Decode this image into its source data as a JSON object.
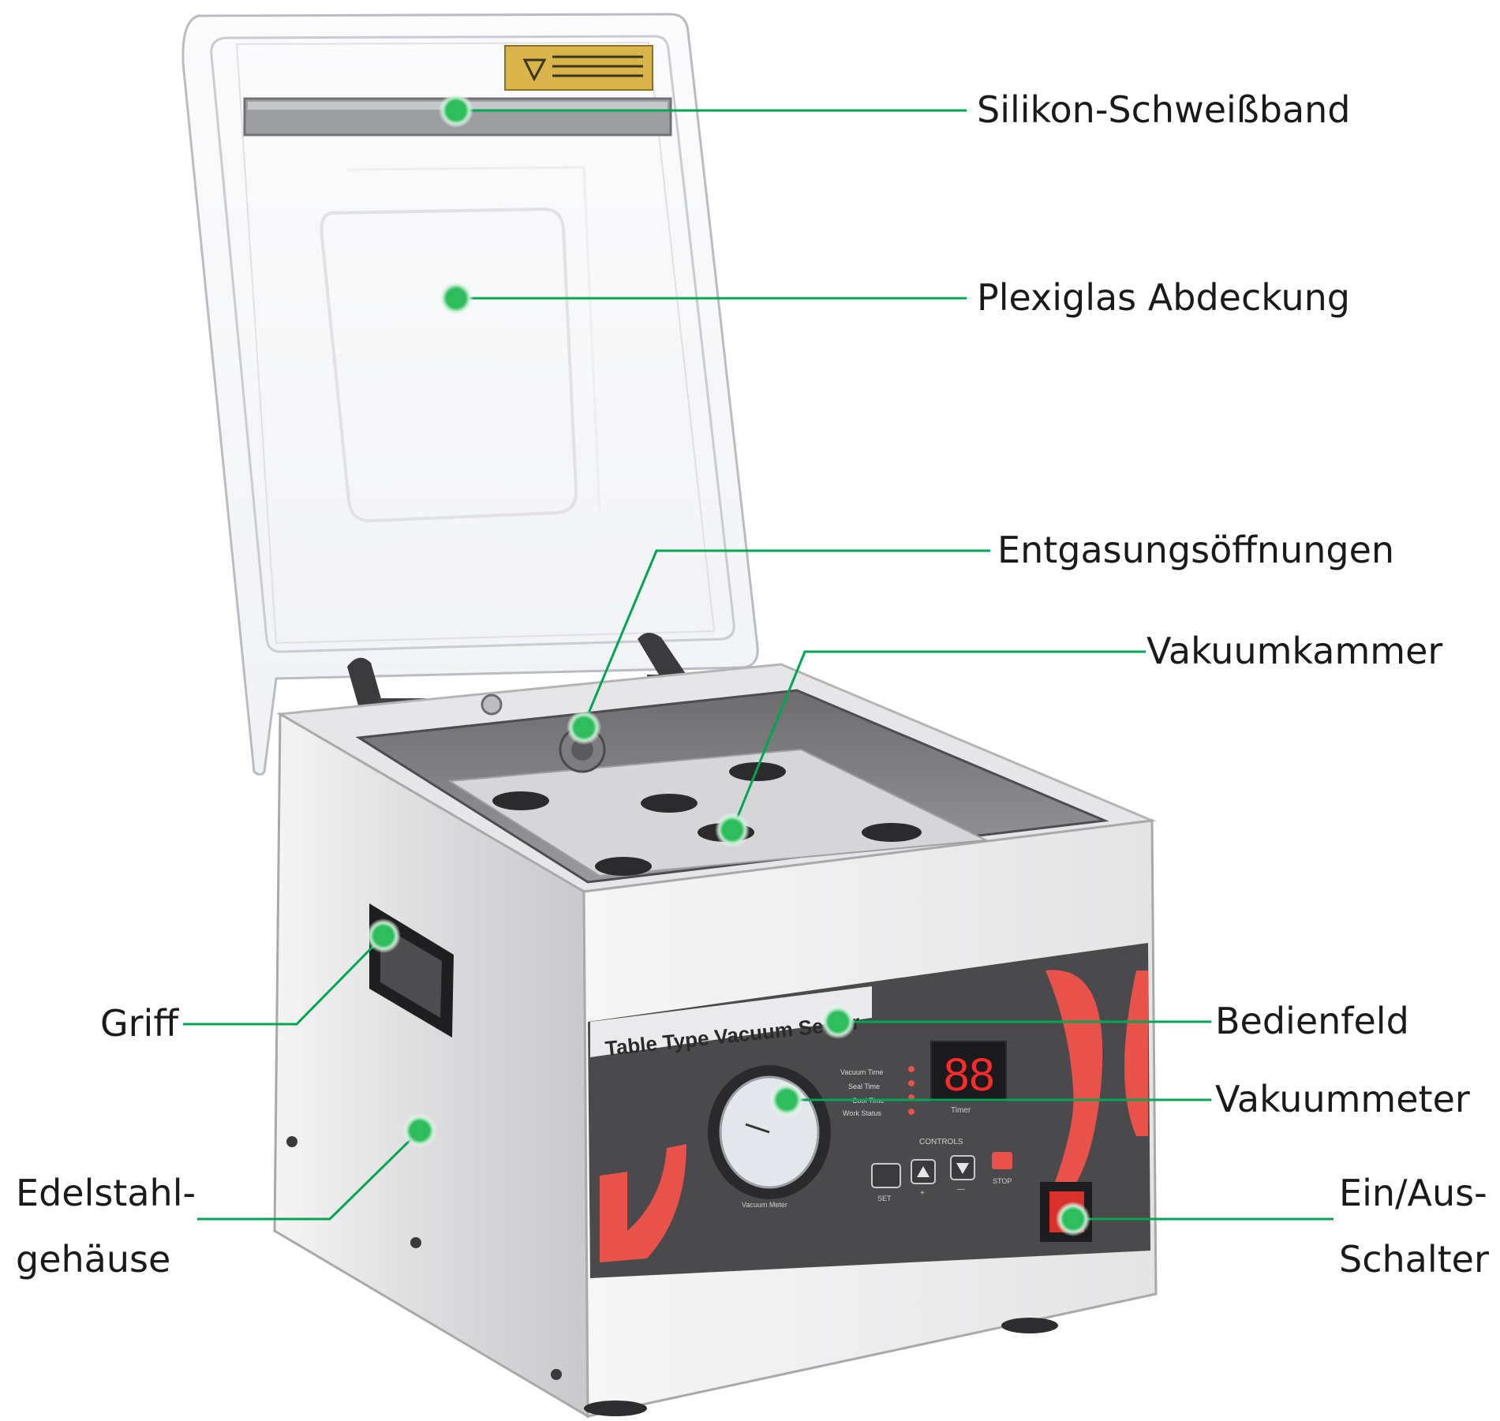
{
  "labels": {
    "silikon": "Silikon-Schweißband",
    "plexiglas": "Plexiglas Abdeckung",
    "entgasung": "Entgasungsöffnungen",
    "vakuumkammer": "Vakuumkammer",
    "bedienfeld": "Bedienfeld",
    "vakuummeter": "Vakuummeter",
    "griff": "Griff",
    "edelstahl_1": "Edelstahl-",
    "edelstahl_2": "gehäuse",
    "schalter_1": "Ein/Aus-",
    "schalter_2": "Schalter"
  },
  "device": {
    "panel_title": "Table Type Vacuum Sealer",
    "display_digits": "88",
    "timer_label": "Timer",
    "controls_label": "CONTROLS",
    "set_label": "SET",
    "plus_label": "+",
    "minus_label": "—",
    "stop_label": "STOP",
    "gauge_label": "Vacuum Meter",
    "param_1": "Vacuum Time",
    "param_2": "Seal Time",
    "param_3": "Cool Time",
    "param_4": "Work Status"
  },
  "colors": {
    "callout": "#00a651",
    "dot": "#2dbd5c",
    "accent_red": "#e8524a",
    "panel_dark": "#4a4a4c",
    "steel": "#e9e9ea"
  }
}
